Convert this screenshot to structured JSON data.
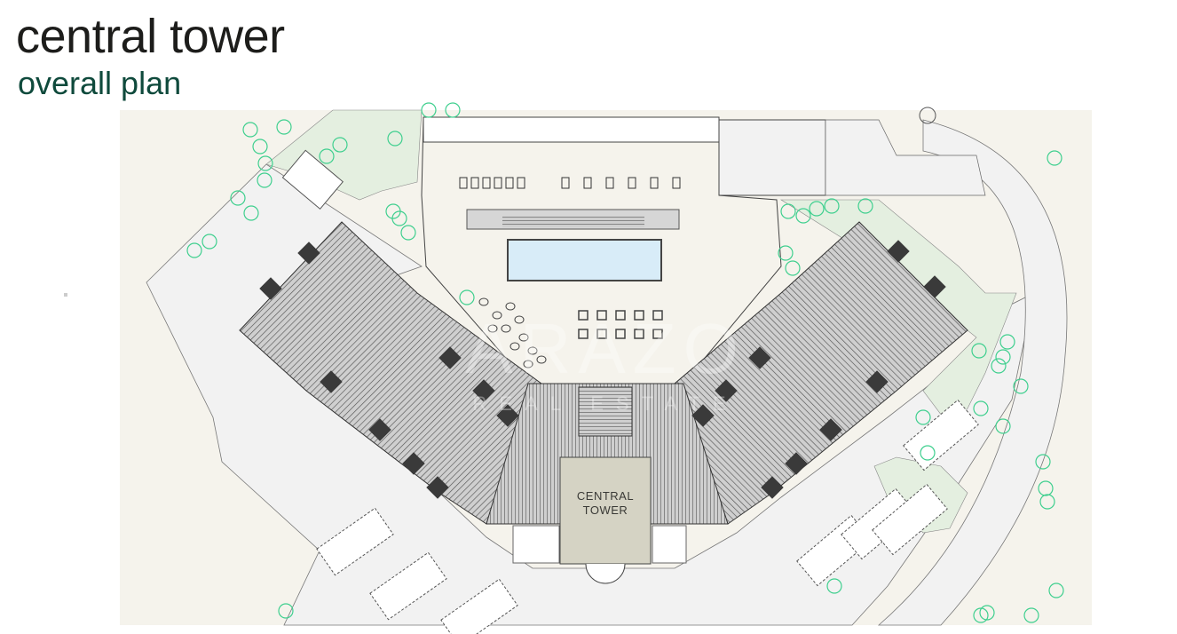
{
  "header": {
    "title": "central tower",
    "subtitle": "overall plan"
  },
  "plan": {
    "building_label_line1": "CENTRAL",
    "building_label_line2": "TOWER",
    "watermark_line1": "ARAZO",
    "watermark_line2": "REAL ESTATE",
    "colors": {
      "background": "#f5f3ec",
      "paving": "#f2f2f2",
      "garden": "#e4efe0",
      "tree": "#3ecf8e",
      "roof": "#8a8a8a",
      "tower": "#d5d3c4",
      "pool": "#d8ecf8",
      "title": "#1d1d1b",
      "subtitle": "#0f4a3c"
    }
  }
}
